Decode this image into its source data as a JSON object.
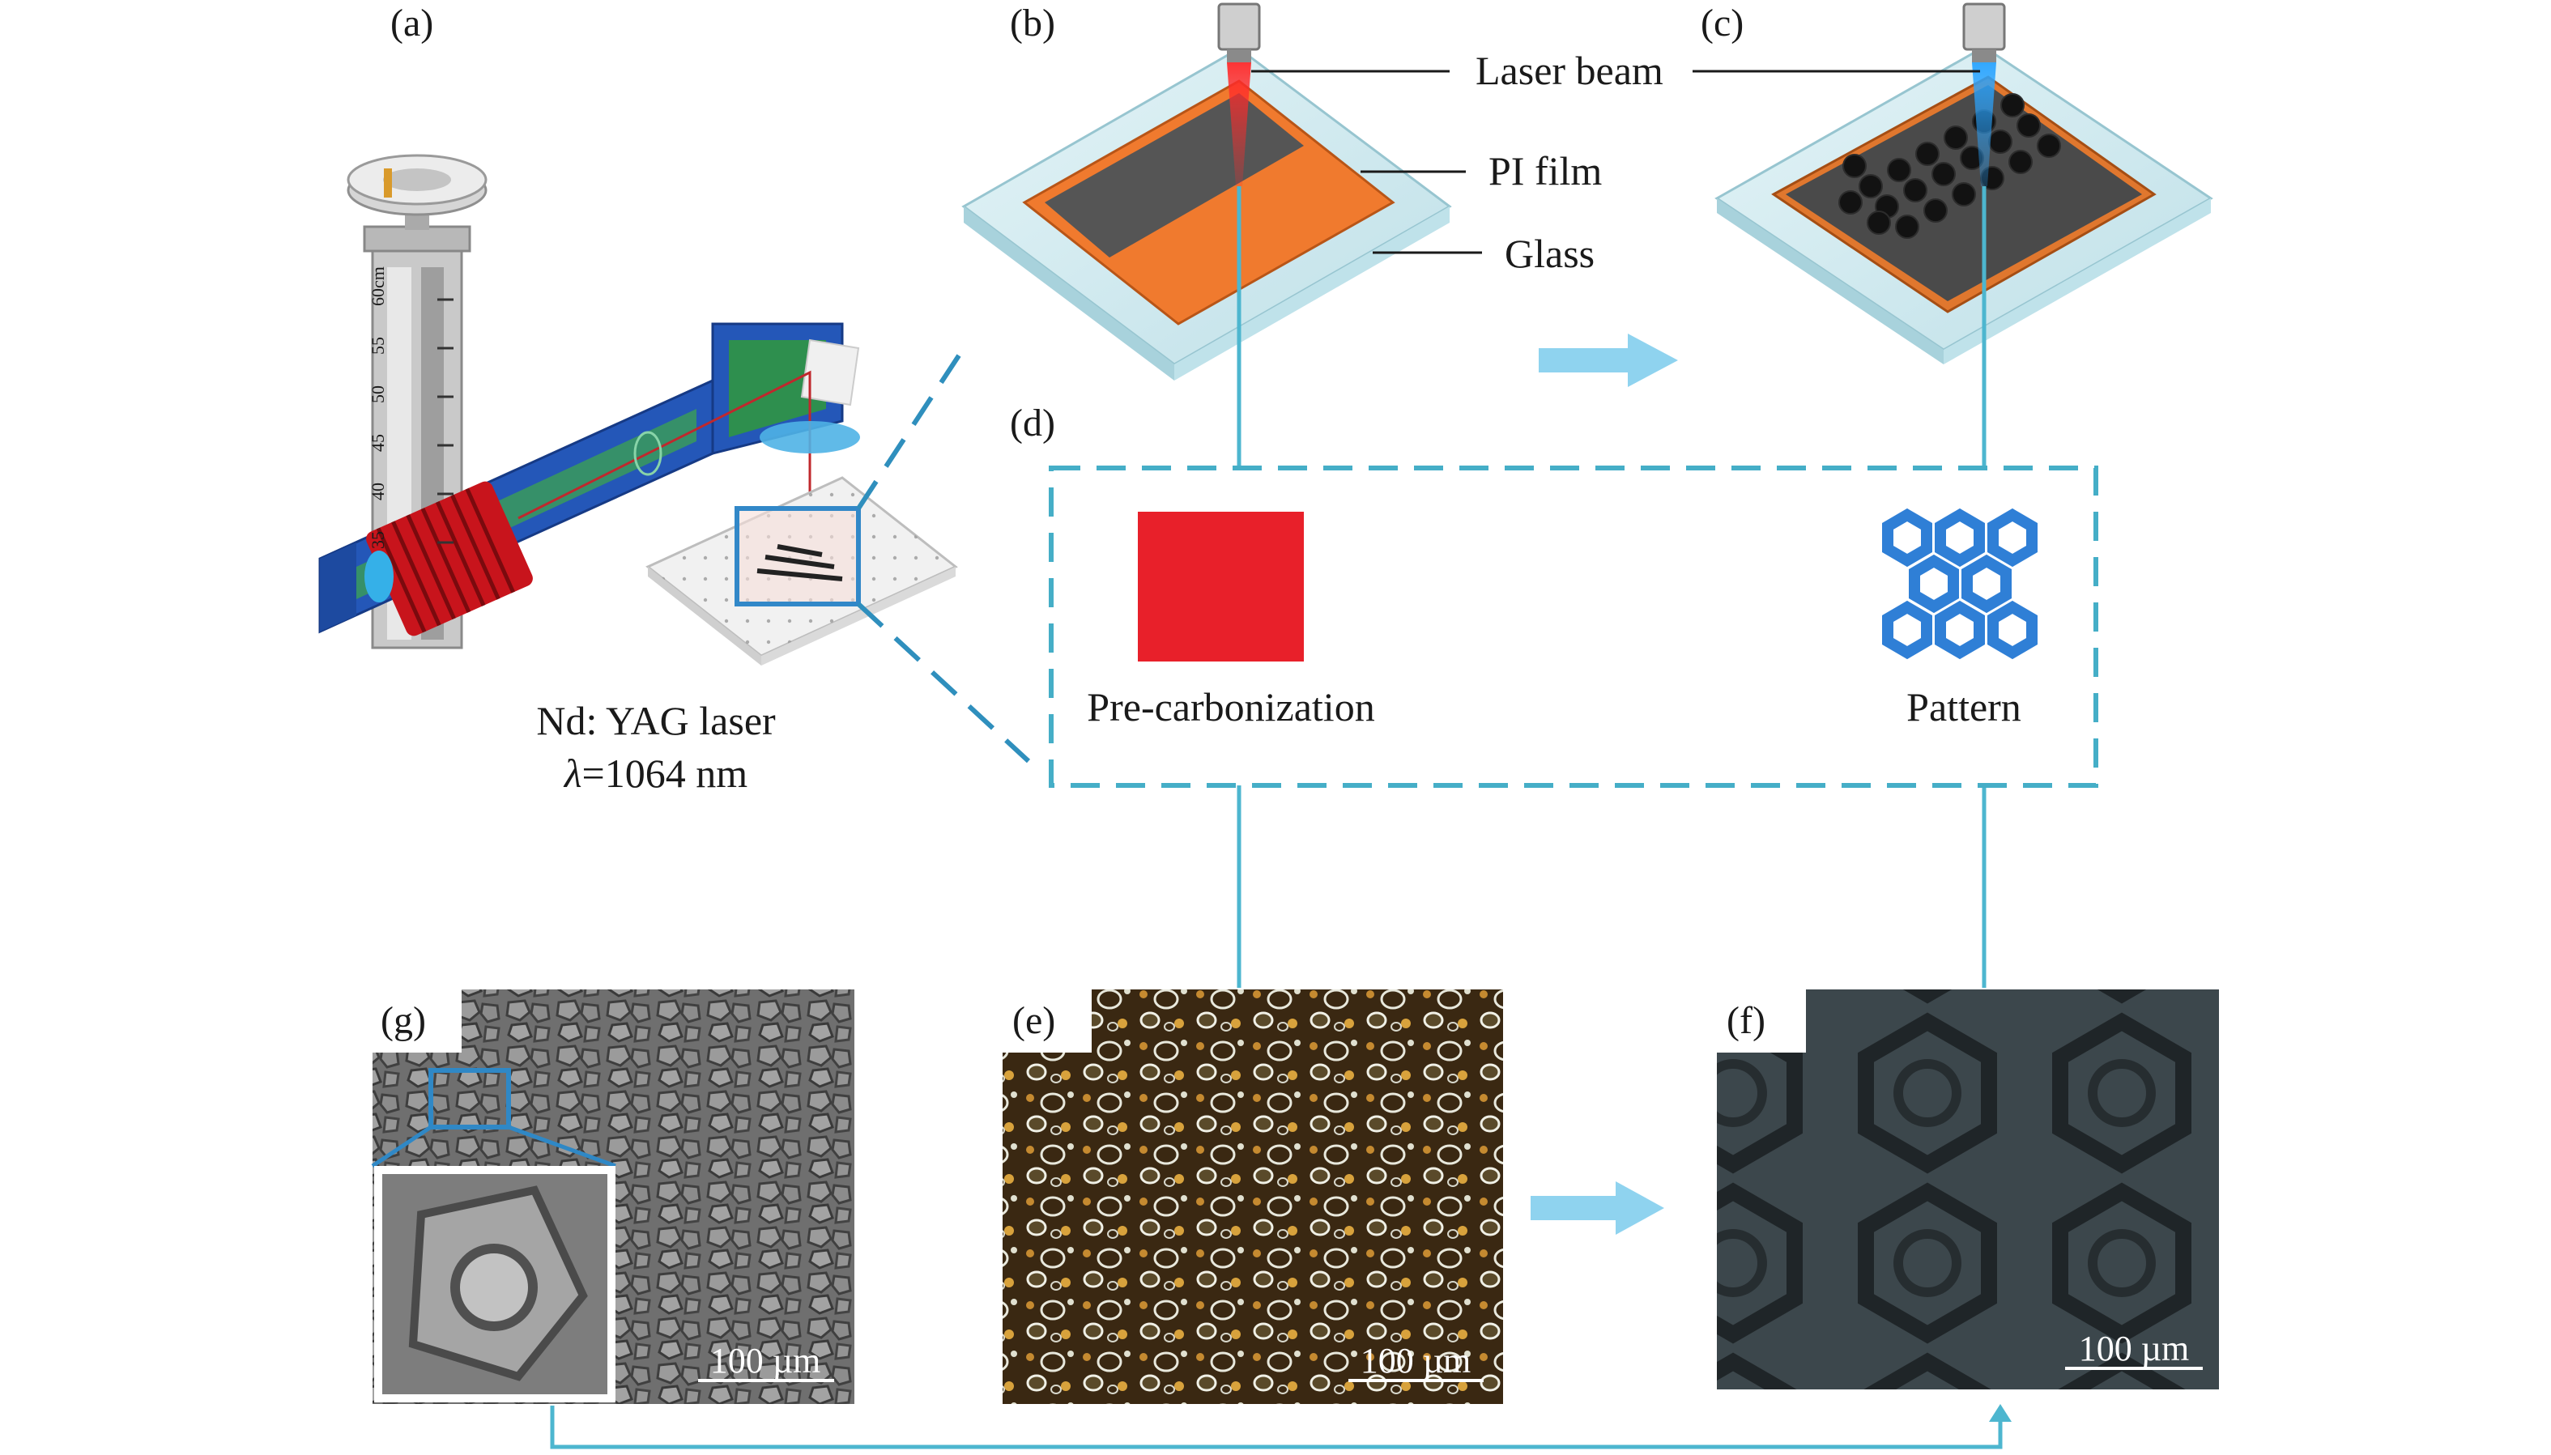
{
  "panels": {
    "a": "(a)",
    "b": "(b)",
    "c": "(c)",
    "d": "(d)",
    "e": "(e)",
    "f": "(f)",
    "g": "(g)"
  },
  "callouts": {
    "laser_beam": "Laser beam",
    "pi_film": "PI film",
    "glass": "Glass"
  },
  "laser": {
    "name": "Nd: YAG laser",
    "wavelength_symbol": "λ",
    "wavelength_value": "=1064 nm"
  },
  "device_scale": {
    "ticks": [
      "60cm",
      "55",
      "50",
      "45",
      "40",
      "35"
    ]
  },
  "process": {
    "pre_carbonization": "Pre-carbonization",
    "pattern": "Pattern"
  },
  "scale_bars": {
    "g": "100 µm",
    "e": "100 µm",
    "f": "100 µm"
  },
  "colors": {
    "connector": "#4db6cf",
    "dashed_box": "#45aec7",
    "arrow": "#8fd3ef",
    "pi_film": "#f07a2e",
    "carbonized": "#555555",
    "glass": "#cfe8ee",
    "red_square": "#e8202a",
    "hexagon": "#2f7fd6"
  }
}
